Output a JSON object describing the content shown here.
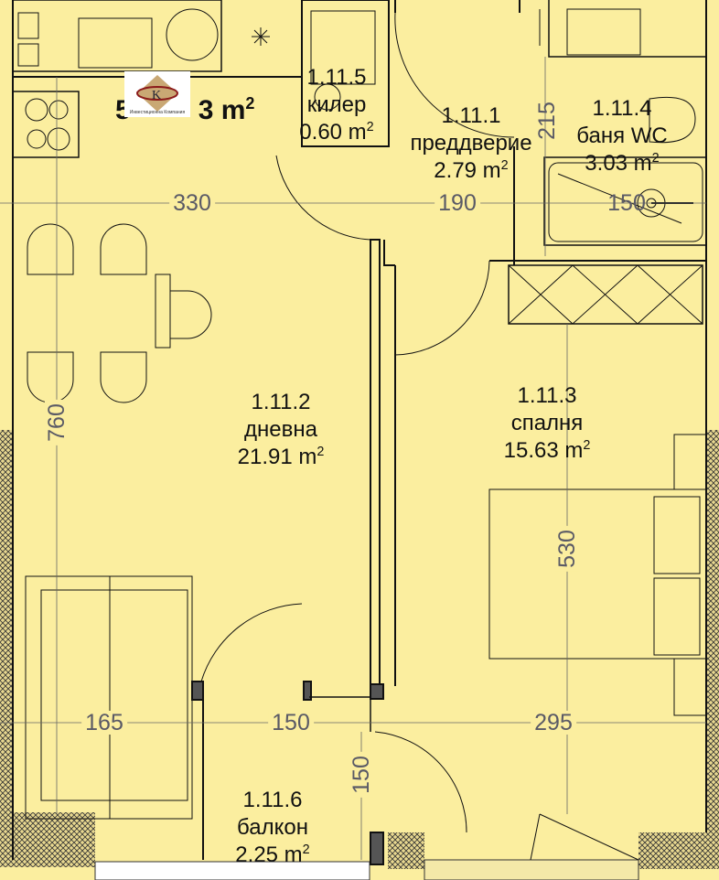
{
  "plan": {
    "total_area_visible_left": "5",
    "total_area_visible_right": "3 m",
    "logo_text": "Инвестиционна Компания",
    "area_unit_exp": "2",
    "rooms": [
      {
        "id": "1.11.1",
        "name": "преддверие",
        "area": "2.79 m"
      },
      {
        "id": "1.11.2",
        "name": "дневна",
        "area": "21.91 m"
      },
      {
        "id": "1.11.3",
        "name": "спалня",
        "area": "15.63 m"
      },
      {
        "id": "1.11.4",
        "name": "баня WC",
        "area": "3.03 m"
      },
      {
        "id": "1.11.5",
        "name": "килер",
        "area": "0.60 m"
      },
      {
        "id": "1.11.6",
        "name": "балкон",
        "area": "2.25 m"
      }
    ],
    "dimensions": {
      "living_width": "330",
      "hall_width": "190",
      "bath_width": "150",
      "bath_depth": "215",
      "living_depth": "760",
      "bedroom_depth": "530",
      "sofa_zone": "165",
      "balcony_width": "150",
      "bedroom_width": "295",
      "balcony_depth": "150"
    },
    "colors": {
      "background": "#fbee9f",
      "wall": "#111111",
      "dimension_text": "#5a5a66"
    }
  }
}
